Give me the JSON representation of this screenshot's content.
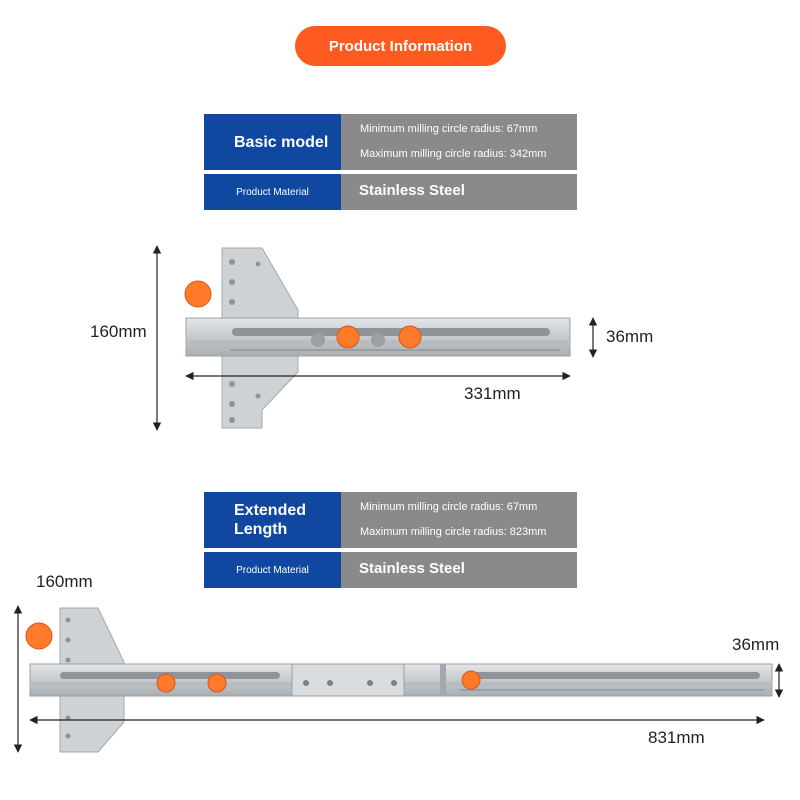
{
  "header": {
    "title": "Product Information"
  },
  "models": [
    {
      "name": "Basic model",
      "specs": [
        "Minimum milling circle radius: 67mm",
        "Maximum milling circle radius: 342mm"
      ],
      "material_label": "Product Material",
      "material_value": "Stainless Steel",
      "dimensions": {
        "height": "160mm",
        "thickness": "36mm",
        "length": "331mm"
      }
    },
    {
      "name": "Extended Length",
      "specs": [
        "Minimum milling circle radius: 67mm",
        "Maximum milling circle radius: 823mm"
      ],
      "material_label": "Product Material",
      "material_value": "Stainless Steel",
      "dimensions": {
        "height": "160mm",
        "thickness": "36mm",
        "length": "831mm"
      }
    }
  ],
  "colors": {
    "accent": "#ff5a1f",
    "label_blue": "#0f47a1",
    "label_gray": "#8a8a8a",
    "steel": "#c8cccf",
    "knob": "#ff7a2a"
  }
}
